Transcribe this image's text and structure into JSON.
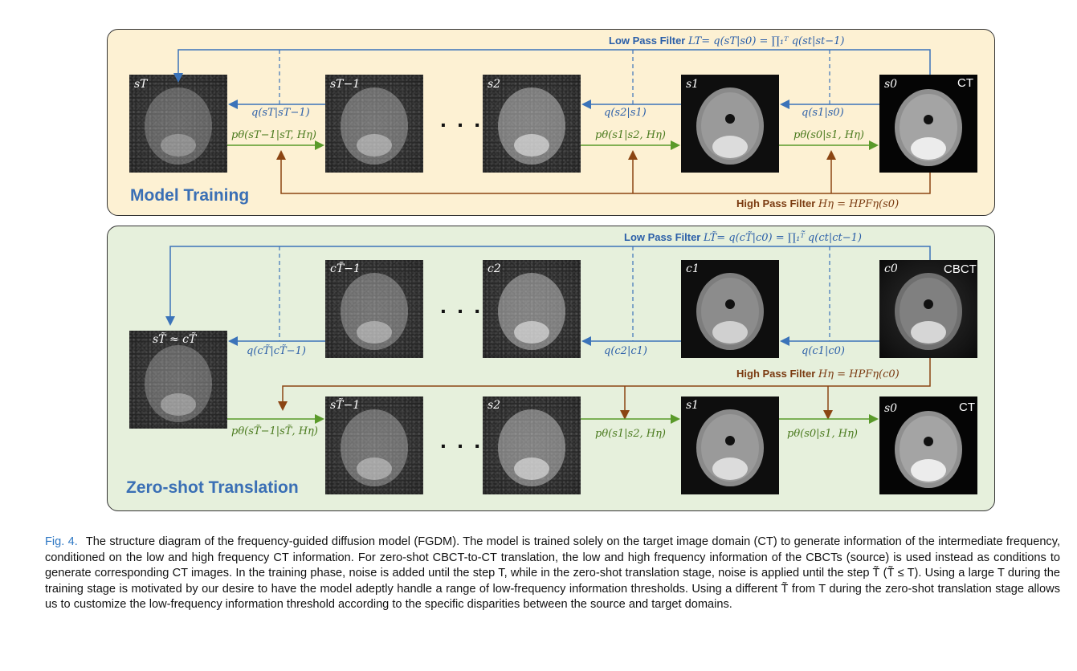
{
  "training": {
    "title": "Model Training",
    "low_pass": {
      "name": "Low Pass Filter",
      "eq": "L_T= q(s_T|s_0) = ∏₁ᵀ q(s_t|s_{t−1})"
    },
    "low_pass_text": {
      "name": "Low Pass Filter",
      "eq": "LT= q(sT|s0) = ∏₁ᵀ q(st|st−1)"
    },
    "high_pass_text": {
      "name": "High Pass Filter",
      "eq": "Hη = HPFη(s0)"
    },
    "images": {
      "sT": "sT",
      "sT1": "sT−1",
      "s2": "s2",
      "s1": "s1",
      "s0": "s0",
      "ct_tag": "CT"
    },
    "q_labels": {
      "qT": "q(sT|sT−1)",
      "q2": "q(s2|s1)",
      "q1": "q(s1|s0)"
    },
    "p_labels": {
      "pT": "pθ(sT−1|sT, Hη)",
      "p1": "pθ(s1|s2, Hη)",
      "p0": "pθ(s0|s1, Hη)"
    },
    "dots": "· · ·"
  },
  "translation": {
    "title": "Zero-shot Translation",
    "low_pass_text": {
      "name": "Low Pass Filter",
      "eq": "LT̃= q(cT̃|c0) = ∏₁ᵀ̃ q(ct|ct−1)"
    },
    "high_pass_text": {
      "name": "High Pass Filter",
      "eq": "Hη = HPFη(c0)"
    },
    "images": {
      "cT1": "cT̃−1",
      "c2": "c2",
      "c1": "c1",
      "c0": "c0",
      "cbct_tag": "CBCT",
      "sTc": "sT̃ ≈ cT̃",
      "sT1": "sT̃−1",
      "s2": "s2",
      "s1": "s1",
      "s0": "s0",
      "ct_tag": "CT"
    },
    "q_labels": {
      "qT": "q(cT̃|cT̃−1)",
      "q2": "q(c2|c1)",
      "q1": "q(c1|c0)"
    },
    "p_labels": {
      "pT": "pθ(sT̃−1|sT̃, Hη)",
      "p1": "pθ(s1|s2, Hη)",
      "p0": "pθ(s0|s1, Hη)"
    },
    "dots_top": "· · ·",
    "dots_bottom": "· · ·"
  },
  "caption": {
    "ref": "Fig. 4.",
    "text": "The structure diagram of the frequency-guided diffusion model (FGDM). The model is trained solely on the target image domain (CT) to generate information of the intermediate frequency, conditioned on the low and high frequency CT information. For zero-shot CBCT-to-CT translation, the low and high frequency information of the CBCTs (source) is used instead as conditions to generate corresponding CT images. In the training phase, noise is added until the step T, while in the zero-shot translation stage, noise is applied until the step T̃ (T̃ ≤ T). Using a large T during the training stage is motivated by our desire to have the model adeptly handle a range of low-frequency information thresholds. Using a different T̃ from T during the zero-shot translation stage allows us to customize the low-frequency information threshold according to the specific disparities between the source and target domains."
  },
  "colors": {
    "blue": "#3b73b9",
    "green": "#5a9a2a",
    "brown": "#8b4513",
    "title_blue": "#3a6fb5",
    "fig_ref": "#2f78c4"
  }
}
